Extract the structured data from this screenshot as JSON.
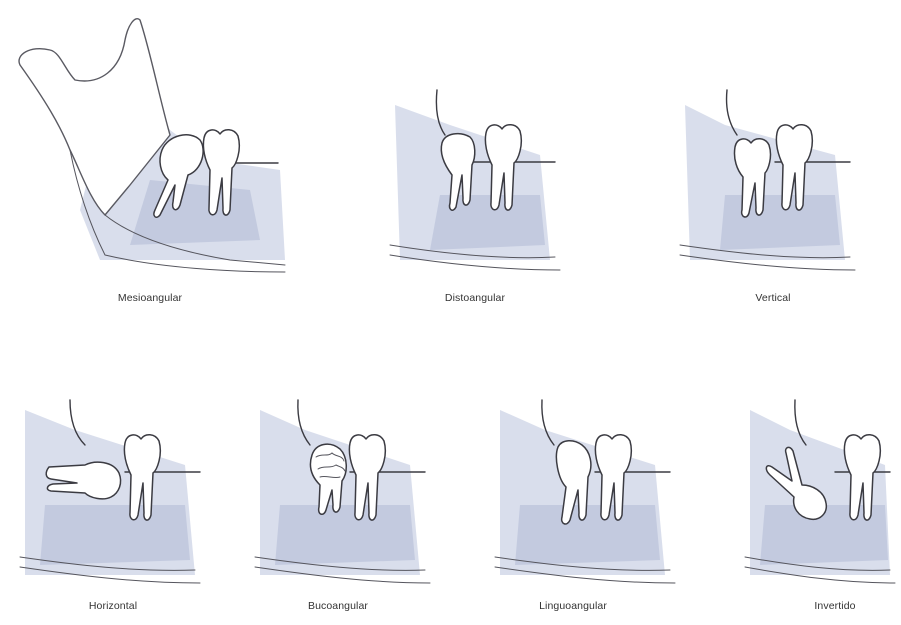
{
  "figure": {
    "panels": [
      {
        "id": "mesioangular",
        "label": "Mesioangular"
      },
      {
        "id": "distoangular",
        "label": "Distoangular"
      },
      {
        "id": "vertical",
        "label": "Vertical"
      },
      {
        "id": "horizontal",
        "label": "Horizontal"
      },
      {
        "id": "bucoangular",
        "label": "Bucoangular"
      },
      {
        "id": "linguoangular",
        "label": "Linguoangular"
      },
      {
        "id": "invertido",
        "label": "Invertido"
      }
    ]
  }
}
